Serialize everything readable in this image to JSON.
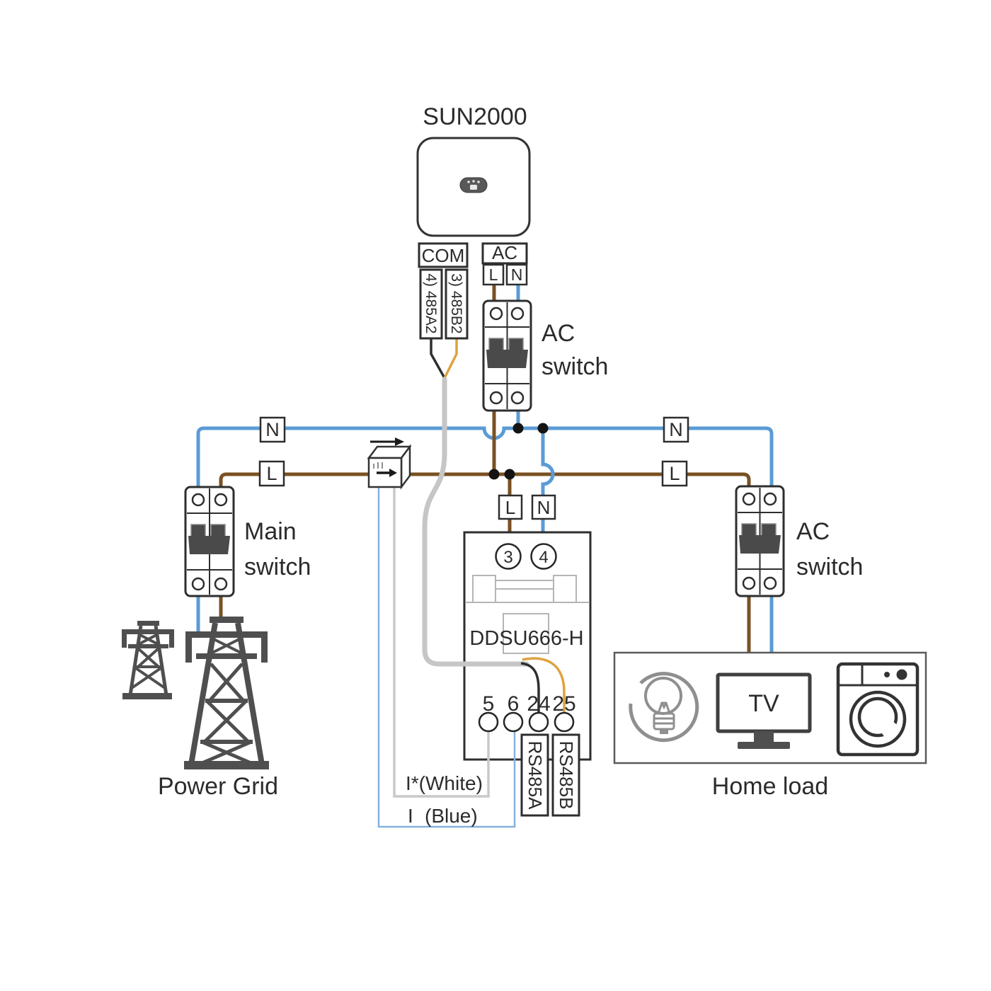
{
  "colors": {
    "live_wire": "#7a5123",
    "neutral_wire": "#5b9bd5",
    "rs485a_wire": "#2f2f2f",
    "rs485b_wire": "#dfa23e",
    "com_cable": "#c6c6c6",
    "ct_white_wire": "#c9c9c9",
    "ct_blue_wire": "#85b1e0",
    "tower": "#4f4f4f"
  },
  "inverter": {
    "name": "SUN2000",
    "com": {
      "label": "COM",
      "pin_a": "4) 485A2",
      "pin_b": "3) 485B2"
    },
    "ac": {
      "label": "AC",
      "l": "L",
      "n": "N"
    }
  },
  "ac_switch_top": {
    "line1": "AC",
    "line2": "switch"
  },
  "main_switch": {
    "line1": "Main",
    "line2": "switch"
  },
  "ac_switch_right": {
    "line1": "AC",
    "line2": "switch"
  },
  "bus": {
    "n_left": "N",
    "l_left": "L",
    "n_right": "N",
    "l_right": "L"
  },
  "meter": {
    "model": "DDSU666-H",
    "l_tag": "L",
    "n_tag": "N",
    "t3": "3",
    "t4": "4",
    "t5": "5",
    "t6": "6",
    "t24": "24",
    "t25": "25",
    "rs485a": "RS485A",
    "rs485b": "RS485B",
    "ct_white": "I*(White)",
    "ct_blue_i": "I",
    "ct_blue": "(Blue)"
  },
  "power_grid": {
    "label": "Power Grid"
  },
  "home_load": {
    "label": "Home load",
    "tv": "TV"
  }
}
